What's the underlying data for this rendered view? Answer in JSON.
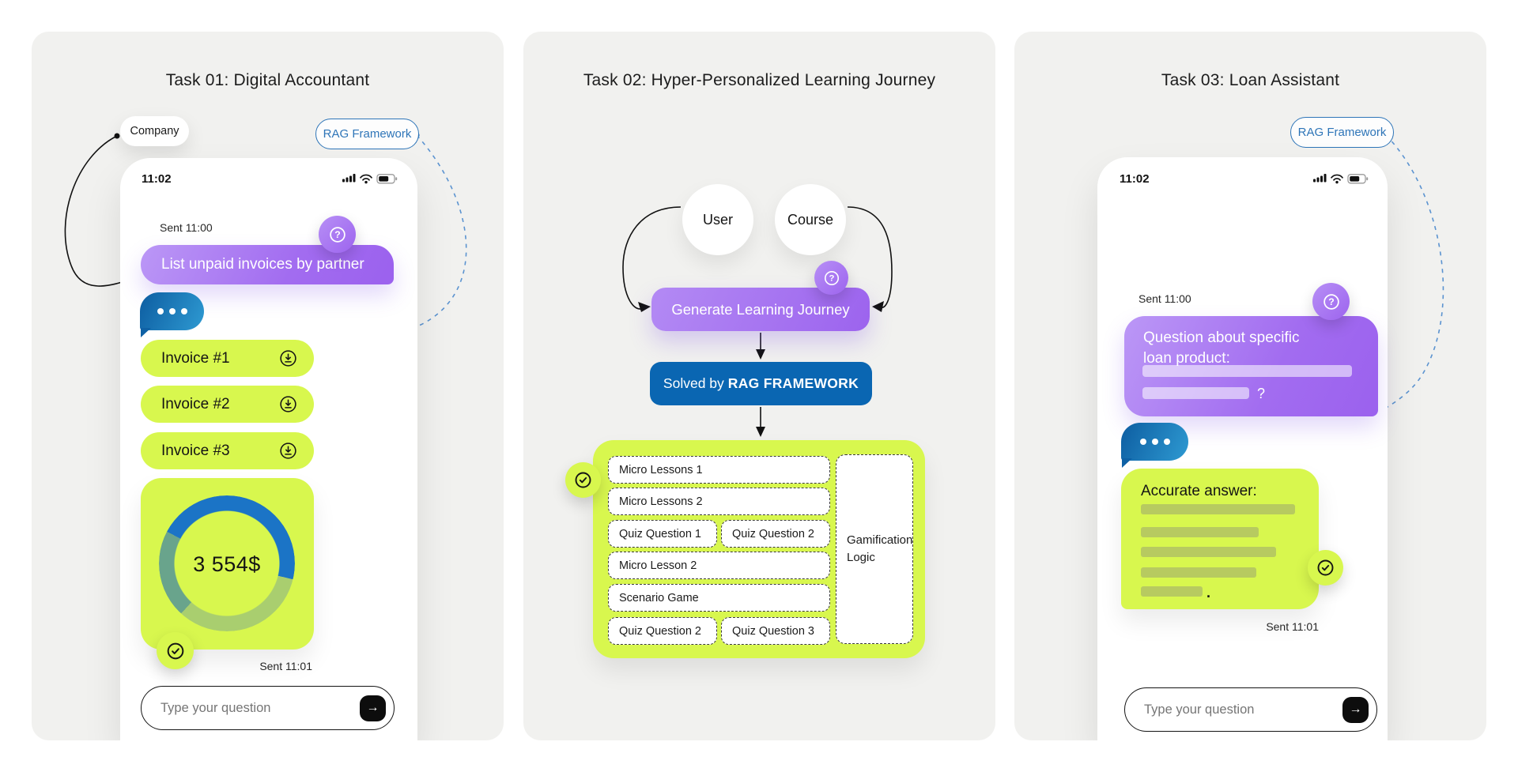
{
  "icons": {
    "question_mark": "?",
    "arrow_right": "→"
  },
  "panels": [
    {
      "title": "Task 01: Digital Accountant",
      "company_label": "Company",
      "rag_label": "RAG Framework",
      "phone": {
        "status_time": "11:02",
        "sent_top": "Sent 11:00",
        "user_message": "List unpaid invoices by partner",
        "invoices": [
          "Invoice #1",
          "Invoice #2",
          "Invoice #3"
        ],
        "donut_total": "3 554$",
        "sent_bottom": "Sent 11:01",
        "input_placeholder": "Type your question"
      },
      "donut_chart": {
        "type": "pie",
        "center_label": "3 554$",
        "start_angle_deg": -62,
        "segments": [
          {
            "label": "blue",
            "color": "#1b74c6",
            "percent": 46
          },
          {
            "label": "light-green",
            "color": "#a9ce6f",
            "percent": 33
          },
          {
            "label": "teal",
            "color": "#69a48c",
            "percent": 21
          }
        ]
      }
    },
    {
      "title": "Task 02: Hyper-Personalized Learning Journey",
      "user_label": "User",
      "course_label": "Course",
      "generate_label": "Generate Learning Journey",
      "solved_prefix": "Solved by",
      "solved_bold": "RAG FRAMEWORK",
      "plan_rows": [
        "Micro Lessons 1",
        "Micro Lessons 2",
        [
          "Quiz Question 1",
          "Quiz Question 2"
        ],
        "Micro Lesson 2",
        "Scenario Game",
        [
          "Quiz Question 2",
          "Quiz Question 3"
        ]
      ],
      "side_label": "Gamification Logic"
    },
    {
      "title": "Task 03: Loan Assistant",
      "rag_label": "RAG Framework",
      "phone": {
        "status_time": "11:02",
        "sent_top": "Sent 11:00",
        "question_line1": "Question about specific",
        "question_line2": "loan product:",
        "question_suffix": "?",
        "answer_title": "Accurate answer:",
        "answer_suffix": ".",
        "sent_bottom": "Sent 11:01",
        "input_placeholder": "Type your question"
      }
    }
  ]
}
